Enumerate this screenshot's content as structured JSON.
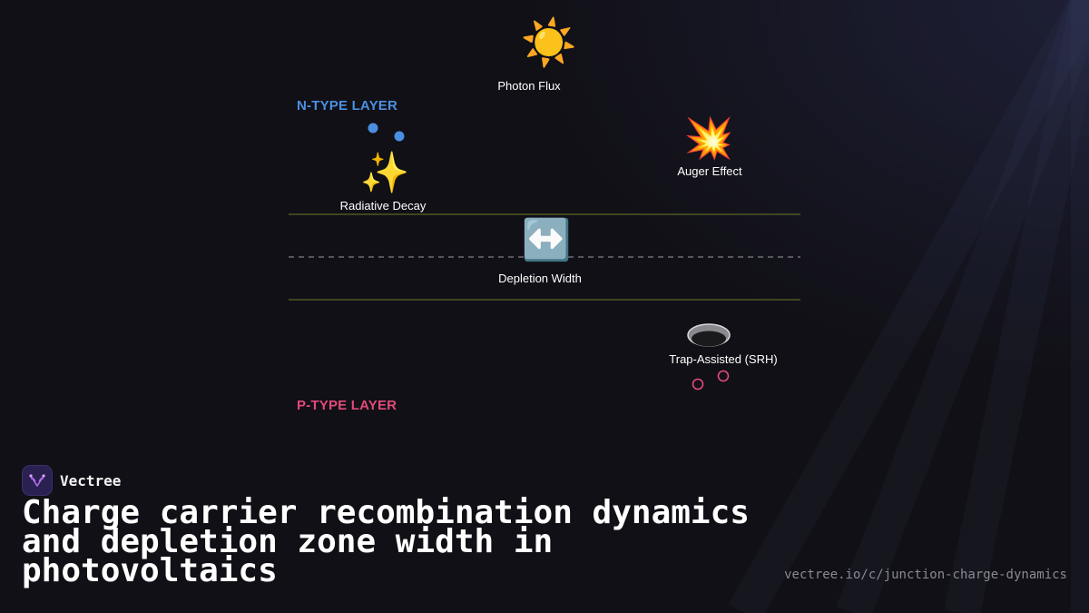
{
  "diagram": {
    "photon_flux": {
      "icon": "sun",
      "glyph": "☀️",
      "label": "Photon Flux"
    },
    "n_layer": {
      "label": "N-TYPE LAYER",
      "color": "#4a90e2"
    },
    "p_layer": {
      "label": "P-TYPE LAYER",
      "color": "#e24a7a"
    },
    "auger": {
      "icon": "collision",
      "glyph": "💥",
      "label": "Auger Effect"
    },
    "radiative": {
      "icon": "sparkles",
      "glyph": "✨",
      "label": "Radiative Decay"
    },
    "depletion": {
      "icon": "left-right-arrow",
      "glyph": "↔️",
      "label": "Depletion Width"
    },
    "trap": {
      "icon": "hole",
      "label": "Trap-Assisted (SRH)"
    },
    "colors": {
      "electron": "#4a90e2",
      "hole": "#e24a7a",
      "boundary": "#6b7a2a",
      "center_line": "#9a9aa0"
    }
  },
  "footer": {
    "brand_name": "Vectree",
    "title": "Charge carrier recombination dynamics and depletion zone width in photovoltaics",
    "url": "vectree.io/c/junction-charge-dynamics"
  }
}
